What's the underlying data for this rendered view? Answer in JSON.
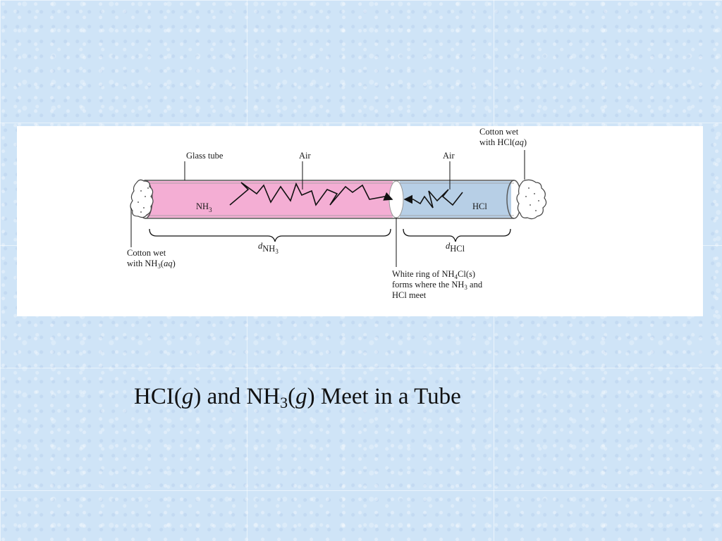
{
  "diagram": {
    "label_glass_tube": "Glass tube",
    "label_air_left": "Air",
    "label_air_right": "Air",
    "label_nh3_gas": "NH",
    "label_nh3_gas_sub": "3",
    "label_hcl_gas": "HCl",
    "label_cotton_right_line1": "Cotton wet",
    "label_cotton_right_line2_pre": "with HCl(",
    "label_cotton_right_line2_it": "aq",
    "label_cotton_right_line2_post": ")",
    "label_cotton_left_line1": "Cotton wet",
    "label_cotton_left_line2_pre": "with NH",
    "label_cotton_left_line2_sub": "3",
    "label_cotton_left_line2_mid": "(",
    "label_cotton_left_line2_it": "aq",
    "label_cotton_left_line2_post": ")",
    "label_d_nh3_d": "d",
    "label_d_nh3_main": "NH",
    "label_d_nh3_sub": "3",
    "label_d_hcl_d": "d",
    "label_d_hcl_main": "HCl",
    "label_ring_line1_pre": "White ring of NH",
    "label_ring_line1_sub": "4",
    "label_ring_line1_mid": "Cl(",
    "label_ring_line1_it": "s",
    "label_ring_line1_post": ")",
    "label_ring_line2_pre": "forms where the NH",
    "label_ring_line2_sub": "3",
    "label_ring_line2_post": " and",
    "label_ring_line3": "HCl meet",
    "colors": {
      "nh3_region": "#f4aed4",
      "hcl_region": "#b7cfe6",
      "tube_outline": "#555555"
    }
  },
  "caption": {
    "part1": "HCI(",
    "part1_it": "g",
    "part2": ") and NH",
    "part2_sub": "3",
    "part3": "(",
    "part3_it": "g",
    "part4": ") Meet  in a Tube"
  }
}
